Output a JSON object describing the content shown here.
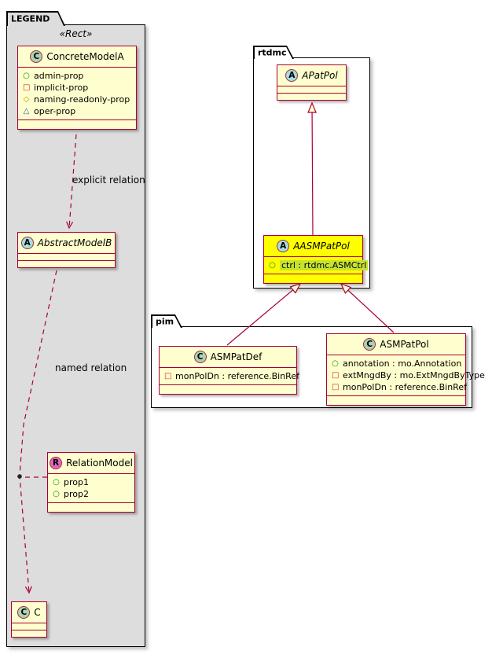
{
  "legend": {
    "tab": "LEGEND",
    "stereotype": "«Rect»",
    "classes": {
      "concreteModelA": {
        "name": "ConcreteModelA",
        "spot": "C",
        "members": [
          {
            "icon": "public-circle",
            "text": "admin-prop"
          },
          {
            "icon": "private-square",
            "text": "implicit-prop"
          },
          {
            "icon": "protected-diamond",
            "text": "naming-readonly-prop"
          },
          {
            "icon": "package-triangle",
            "text": "oper-prop"
          }
        ]
      },
      "abstractModelB": {
        "name": "AbstractModelB",
        "spot": "A"
      },
      "relationModel": {
        "name": "RelationModel",
        "spot": "R",
        "members": [
          {
            "icon": "public-circle",
            "text": "prop1"
          },
          {
            "icon": "public-circle",
            "text": "prop2"
          }
        ]
      },
      "c": {
        "name": "C",
        "spot": "C"
      }
    },
    "relationLabels": {
      "explicit": "explicit relation",
      "named": "named relation"
    }
  },
  "rtdmc": {
    "tab": "rtdmc",
    "classes": {
      "aPatPol": {
        "name": "APatPol",
        "spot": "A"
      },
      "aasmPatPol": {
        "name": "AASMPatPol",
        "spot": "A",
        "members": [
          {
            "icon": "public-circle",
            "text": "ctrl : rtdmc.ASMCtrl"
          }
        ]
      }
    }
  },
  "pim": {
    "tab": "pim",
    "classes": {
      "asmPatDef": {
        "name": "ASMPatDef",
        "spot": "C",
        "members": [
          {
            "icon": "private-square",
            "text": "monPolDn : reference.BinRef"
          }
        ]
      },
      "asmPatPol": {
        "name": "ASMPatPol",
        "spot": "C",
        "members": [
          {
            "icon": "public-circle",
            "text": "annotation : mo.Annotation"
          },
          {
            "icon": "private-square",
            "text": "extMngdBy : mo.ExtMngdByType"
          },
          {
            "icon": "private-square",
            "text": "monPolDn : reference.BinRef"
          }
        ]
      }
    }
  },
  "colors": {
    "classBorder": "#A80036",
    "classFill": "#FEFECE",
    "highlightFill": "#FFFF00",
    "memberHighlight": "#C6E22E",
    "legendFill": "#DDDDDD",
    "spotC": "#ADD1B2",
    "spotA": "#A9DCDF",
    "spotR": "#E566BE"
  }
}
